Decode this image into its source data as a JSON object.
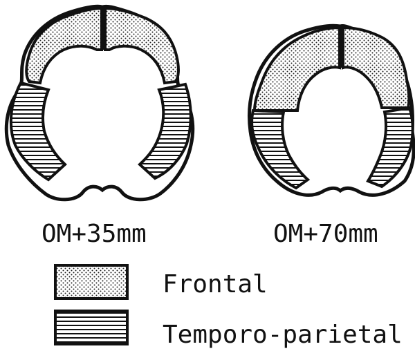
{
  "slices": [
    {
      "label": "OM+35mm",
      "regions": [
        "frontal",
        "temporo-parietal"
      ]
    },
    {
      "label": "OM+70mm",
      "regions": [
        "frontal",
        "temporo-parietal"
      ]
    }
  ],
  "legend": [
    {
      "pattern": "dots",
      "label": "Frontal"
    },
    {
      "pattern": "horizontal-lines",
      "label": "Temporo-parietal"
    }
  ],
  "colors": {
    "ink": "#111111",
    "background": "#ffffff"
  }
}
